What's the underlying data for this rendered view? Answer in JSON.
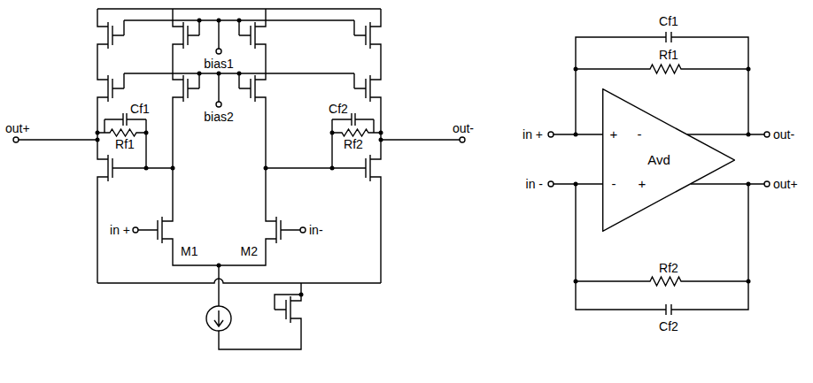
{
  "diagram": {
    "nodes": [
      {
        "text": [
          "+",
          "-",
          "Avd",
          "-",
          "+"
        ]
      }
    ],
    "labels": [
      "bias1",
      "bias2",
      "out+",
      "Cf1",
      "Rf1",
      "Cf2",
      "Rf2",
      "out-",
      "in +",
      "M1",
      "M2",
      "in-",
      "Cf1",
      "Rf1",
      "in +",
      "out-",
      "in -",
      "out+",
      "Rf2",
      "Cf2"
    ]
  }
}
